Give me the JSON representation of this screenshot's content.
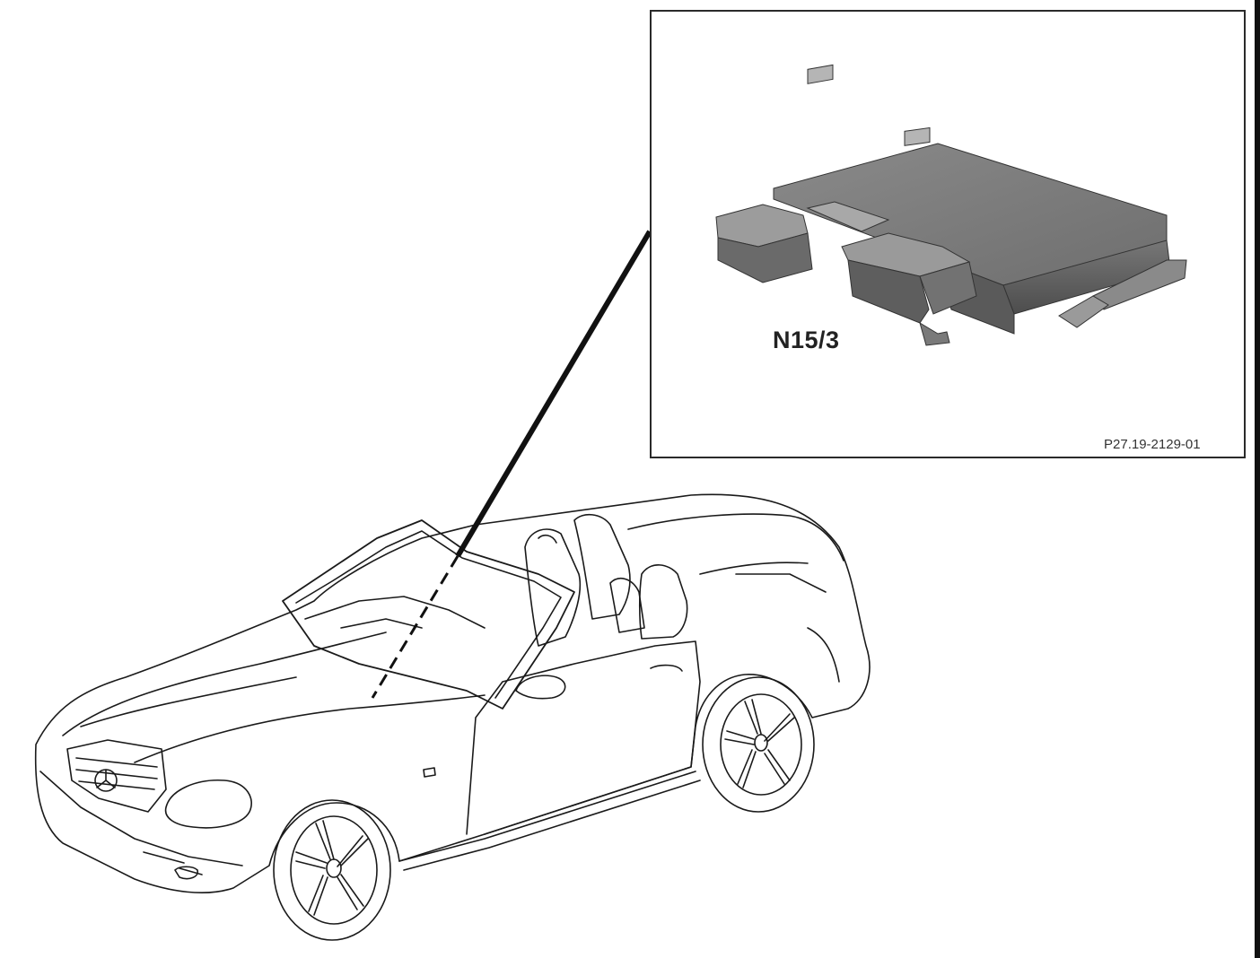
{
  "detail": {
    "part_label": "N15/3",
    "figure_code": "P27.19-2129-01"
  },
  "icons": {
    "car": "roadster-car-illustration",
    "module": "control-module-illustration"
  }
}
